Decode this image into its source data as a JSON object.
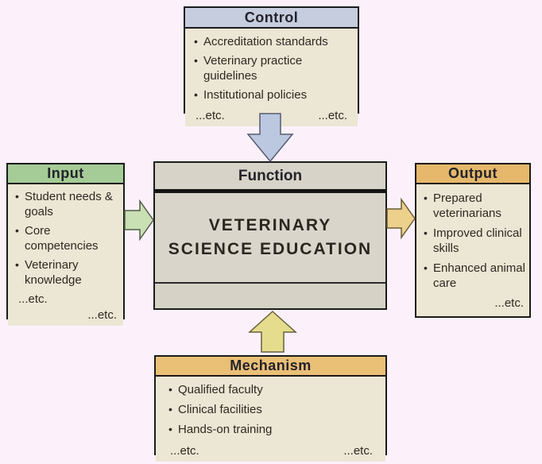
{
  "page": {
    "background_color": "#fcf1fb"
  },
  "glyphs": {
    "bullet": "•"
  },
  "boxes": {
    "control": {
      "title": "Control",
      "header_color": "#c5cdde",
      "body_color": "#ece6d4",
      "items": [
        "Accreditation standards",
        "Veterinary practice guidelines",
        "Institutional policies"
      ],
      "etc_left": "...etc.",
      "etc_right": "...etc."
    },
    "input": {
      "title": "Input",
      "header_color": "#a5cc96",
      "body_color": "#ece6d4",
      "items": [
        "Student needs & goals",
        "Core competencies",
        "Veterinary knowledge"
      ],
      "etc_left": "...etc.",
      "etc_right": "...etc."
    },
    "function": {
      "title": "Function",
      "header_color": "#d7d3c8",
      "body_color": "#d9d5ca",
      "name_line1": "VETERINARY",
      "name_line2": "SCIENCE EDUCATION"
    },
    "output": {
      "title": "Output",
      "header_color": "#e5b86b",
      "body_color": "#ece6d4",
      "items": [
        "Prepared veterinarians",
        "Improved clinical skills",
        "Enhanced animal care"
      ],
      "etc_right": "...etc."
    },
    "mechanism": {
      "title": "Mechanism",
      "header_color": "#eabf76",
      "body_color": "#ece6d4",
      "items": [
        "Qualified faculty",
        "Clinical facilities",
        "Hands-on training"
      ],
      "etc_left": "...etc.",
      "etc_right": "...etc."
    }
  },
  "arrows": {
    "control_to_function": {
      "direction": "down",
      "fill": "#bcc8e0",
      "stroke": "#565b70"
    },
    "input_to_function": {
      "direction": "right",
      "fill": "#c9dfb4",
      "stroke": "#525c48"
    },
    "function_to_output": {
      "direction": "right",
      "fill": "#ecd08c",
      "stroke": "#6b5c35"
    },
    "mechanism_to_function": {
      "direction": "up",
      "fill": "#e6dc8e",
      "stroke": "#66603a"
    }
  }
}
